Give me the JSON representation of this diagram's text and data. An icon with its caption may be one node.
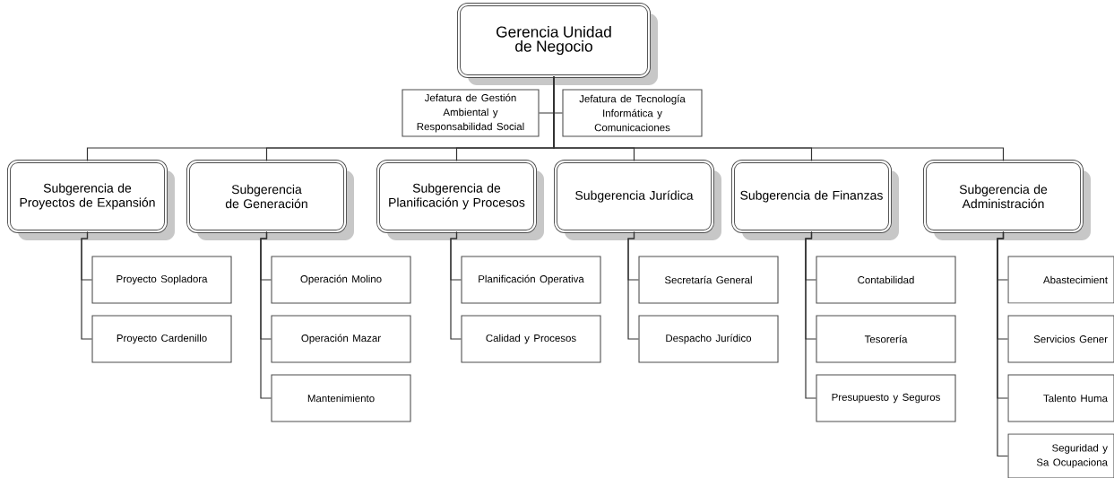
{
  "diagram": {
    "nodes": [
      {
        "text": [
          "Gerencia Unidad de Negocio"
        ]
      },
      {
        "text": [
          "Jefatura de Gestión Ambiental y Responsabilidad Social"
        ]
      },
      {
        "text": [
          "Jefatura de Tecnología Informática y Comunicaciones"
        ]
      },
      {
        "text": [
          "Subgerencia de Proyectos de Expansión"
        ]
      },
      {
        "text": [
          "Proyecto Sopladora"
        ]
      },
      {
        "text": [
          "Proyecto Cardenillo"
        ]
      },
      {
        "text": [
          "Subgerencia de Generación"
        ]
      },
      {
        "text": [
          "Operación Molino"
        ]
      },
      {
        "text": [
          "Operación Mazar"
        ]
      },
      {
        "text": [
          "Mantenimiento"
        ]
      },
      {
        "text": [
          "Subgerencia de Planificación y Procesos"
        ]
      },
      {
        "text": [
          "Planificación Operativa"
        ]
      },
      {
        "text": [
          "Calidad y Procesos"
        ]
      },
      {
        "text": [
          "Subgerencia Jurídica"
        ]
      },
      {
        "text": [
          "Secretaría General"
        ]
      },
      {
        "text": [
          "Despacho Jurídico"
        ]
      },
      {
        "text": [
          "Subgerencia de Finanzas"
        ]
      },
      {
        "text": [
          "Contabilidad"
        ]
      },
      {
        "text": [
          "Tesorería"
        ]
      },
      {
        "text": [
          "Presupuesto y Seguros"
        ]
      },
      {
        "text": [
          "Subgerencia de Administración"
        ]
      },
      {
        "text": [
          "Abastecimient"
        ]
      },
      {
        "text": [
          "Servicios Gener"
        ]
      },
      {
        "text": [
          "Talento Huma"
        ]
      },
      {
        "text": [
          "Seguridad y Sa Ocupaciona"
        ]
      }
    ],
    "edges": [
      {
        "from": 0,
        "to": 1,
        "arrow": "none"
      },
      {
        "from": 0,
        "to": 2,
        "arrow": "none"
      },
      {
        "from": 0,
        "to": 3,
        "arrow": "none"
      },
      {
        "from": 0,
        "to": 6,
        "arrow": "none"
      },
      {
        "from": 0,
        "to": 10,
        "arrow": "none"
      },
      {
        "from": 0,
        "to": 13,
        "arrow": "none"
      },
      {
        "from": 0,
        "to": 16,
        "arrow": "none"
      },
      {
        "from": 0,
        "to": 20,
        "arrow": "none"
      },
      {
        "from": 3,
        "to": 4,
        "arrow": "none"
      },
      {
        "from": 3,
        "to": 5,
        "arrow": "none"
      },
      {
        "from": 6,
        "to": 7,
        "arrow": "none"
      },
      {
        "from": 6,
        "to": 8,
        "arrow": "none"
      },
      {
        "from": 6,
        "to": 9,
        "arrow": "none"
      },
      {
        "from": 10,
        "to": 11,
        "arrow": "none"
      },
      {
        "from": 10,
        "to": 12,
        "arrow": "none"
      },
      {
        "from": 13,
        "to": 14,
        "arrow": "none"
      },
      {
        "from": 13,
        "to": 15,
        "arrow": "none"
      },
      {
        "from": 16,
        "to": 17,
        "arrow": "none"
      },
      {
        "from": 16,
        "to": 18,
        "arrow": "none"
      },
      {
        "from": 16,
        "to": 19,
        "arrow": "none"
      },
      {
        "from": 20,
        "to": 21,
        "arrow": "none"
      },
      {
        "from": 20,
        "to": 22,
        "arrow": "none"
      },
      {
        "from": 20,
        "to": 23,
        "arrow": "none"
      },
      {
        "from": 20,
        "to": 24,
        "arrow": "none"
      }
    ]
  }
}
